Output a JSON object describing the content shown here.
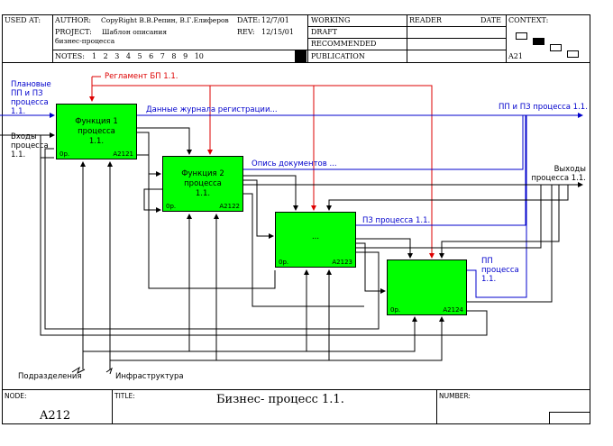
{
  "header": {
    "used_at": "USED AT:",
    "author_label": "AUTHOR:",
    "author_value": "CopyRight В.В.Репин, В.Г.Елиферов",
    "date_label": "DATE:",
    "date_value": "12/7/01",
    "project_label": "PROJECT:",
    "project_value": "Шаблон описания бизнес-процесса",
    "rev_label": "REV:",
    "rev_value": "12/15/01",
    "notes_label": "NOTES:",
    "notes_numbers": "1 2 3 4 5 6 7 8 9 10",
    "working": "WORKING",
    "draft": "DRAFT",
    "recommended": "RECOMMENDED",
    "publication": "PUBLICATION",
    "reader": "READER",
    "date2": "DATE",
    "context": "CONTEXT:",
    "context_id": "A21"
  },
  "boxes": [
    {
      "title": "Функция 1 процесса 1.1.",
      "op": "0р.",
      "id": "A2121"
    },
    {
      "title": "Функция 2 процесса 1.1.",
      "op": "0р.",
      "id": "A2122"
    },
    {
      "title": "...",
      "op": "0р.",
      "id": "A2123"
    },
    {
      "title": "",
      "op": "0р.",
      "id": "A2124"
    }
  ],
  "labels": {
    "reglament": "Регламент БП 1.1.",
    "input_pp_pz": "Плановые ПП и ПЗ процесса 1.1.",
    "inputs": "Входы процесса 1.1.",
    "journal_data": "Данные журнала регистрации...",
    "pp_pz_out": "ПП и ПЗ процесса 1.1.",
    "docs": "Опись документов ...",
    "outputs": "Выходы процесса 1.1.",
    "pz": "ПЗ процесса 1.1.",
    "pp": "ПП процесса 1.1.",
    "departments": "Подразделения",
    "infrastructure": "Инфраструктура"
  },
  "footer": {
    "node_label": "NODE:",
    "node_value": "A212",
    "title_label": "TITLE:",
    "title_value": "Бизнес- процесс 1.1.",
    "number_label": "NUMBER:"
  },
  "colors": {
    "box": "#00ff00",
    "control": "#dd0000",
    "blue": "#0000cc"
  }
}
